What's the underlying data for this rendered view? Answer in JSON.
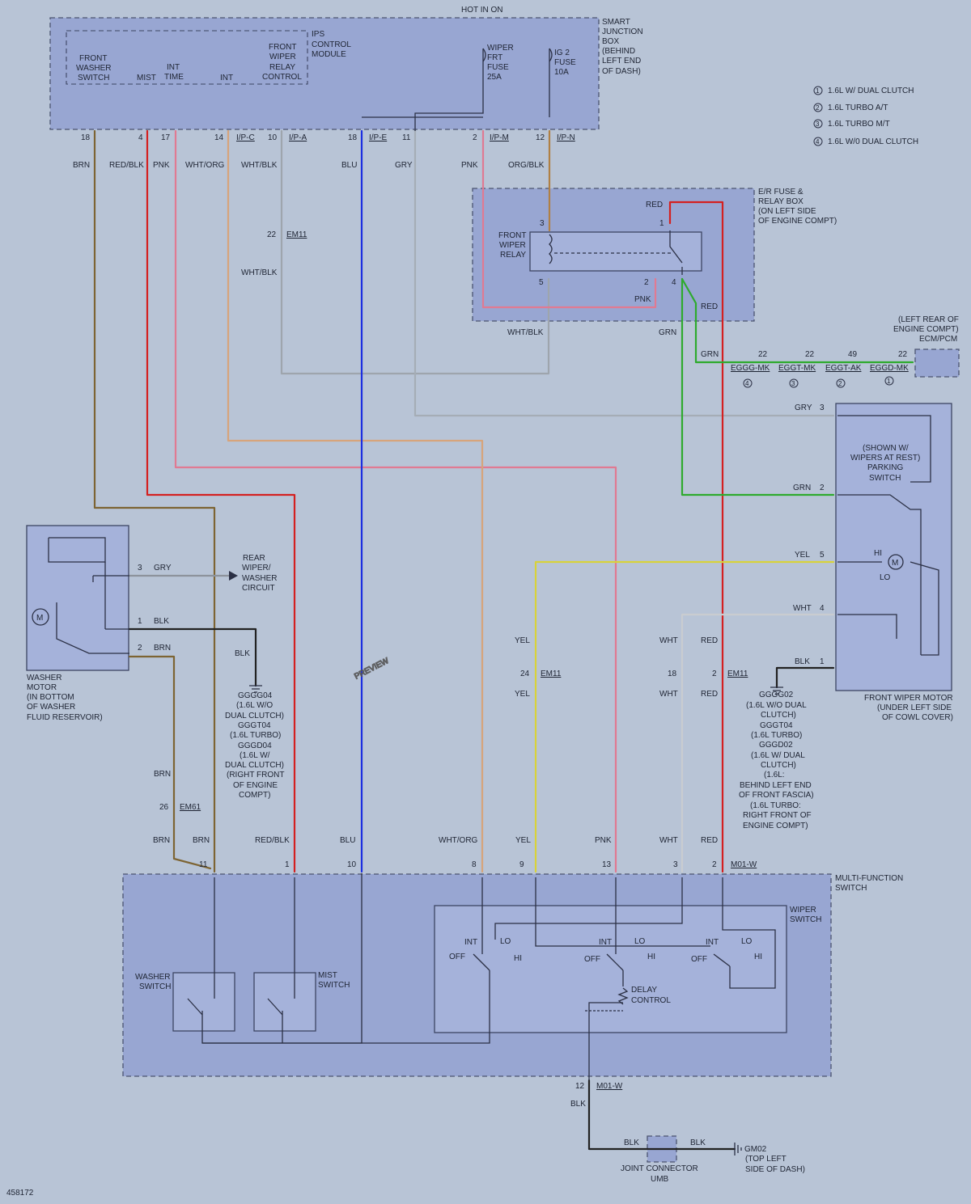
{
  "diagram": {
    "id_label": "458172",
    "preview_watermark": "PREVIEW",
    "hot_label": "HOT IN ON",
    "legend": [
      {
        "num": "1",
        "text": "1.6L W/ DUAL CLUTCH"
      },
      {
        "num": "2",
        "text": "1.6L TURBO A/T"
      },
      {
        "num": "3",
        "text": "1.6L TURBO M/T"
      },
      {
        "num": "4",
        "text": "1.6L W/0 DUAL CLUTCH"
      }
    ],
    "sjb": {
      "lines": [
        "SMART",
        "JUNCTION",
        "BOX",
        "(BEHIND",
        "LEFT END",
        "OF DASH)"
      ],
      "ips": [
        "IPS",
        "CONTROL",
        "MODULE"
      ],
      "front_washer_switch": [
        "FRONT",
        "WASHER",
        "SWITCH"
      ],
      "mist": "MIST",
      "int_time": [
        "INT",
        "TIME"
      ],
      "int": "INT",
      "front_wiper_relay_control": [
        "FRONT",
        "WIPER",
        "RELAY",
        "CONTROL"
      ],
      "wiper_fuse": [
        "WIPER",
        "FRT",
        "FUSE",
        "25A"
      ],
      "ig2_fuse": [
        "IG 2",
        "FUSE",
        "10A"
      ],
      "pins": [
        {
          "num": "18",
          "conn": ""
        },
        {
          "num": "4",
          "conn": ""
        },
        {
          "num": "17",
          "conn": ""
        },
        {
          "num": "14",
          "conn": "I/P-C"
        },
        {
          "num": "10",
          "conn": "I/P-A"
        },
        {
          "num": "18",
          "conn": "I/P-E"
        },
        {
          "num": "11",
          "conn": ""
        },
        {
          "num": "2",
          "conn": "I/P-M"
        },
        {
          "num": "12",
          "conn": "I/P-N"
        }
      ]
    },
    "wire_colors": {
      "brn": "BRN",
      "red_blk": "RED/BLK",
      "pnk": "PNK",
      "wht_org": "WHT/ORG",
      "wht_blk": "WHT/BLK",
      "blu": "BLU",
      "gry": "GRY",
      "org_blk": "ORG/BLK",
      "red": "RED",
      "grn": "GRN",
      "yel": "YEL",
      "wht": "WHT",
      "blk": "BLK"
    },
    "er_box": {
      "lines": [
        "E/R FUSE &",
        "RELAY BOX",
        "(ON LEFT SIDE",
        "OF ENGINE COMPT)"
      ],
      "relay": [
        "FRONT",
        "WIPER",
        "RELAY"
      ],
      "pins": [
        "3",
        "5",
        "1",
        "2",
        "4"
      ]
    },
    "inline": [
      {
        "num": "22",
        "conn": "EM11"
      },
      {
        "num": "24",
        "conn": "EM11"
      },
      {
        "num": "18",
        "conn": ""
      },
      {
        "num": "2",
        "conn": "EM11"
      },
      {
        "num": "26",
        "conn": "EM61"
      }
    ],
    "ecm": {
      "lines": [
        "(LEFT REAR OF",
        "ENGINE COMPT)",
        "ECM/PCM"
      ],
      "pins": [
        {
          "num": "22",
          "conn": "EGGG-MK",
          "note": "4"
        },
        {
          "num": "22",
          "conn": "EGGT-MK",
          "note": "3"
        },
        {
          "num": "49",
          "conn": "EGGT-AK",
          "note": "2"
        },
        {
          "num": "22",
          "conn": "EGGD-MK",
          "note": "1"
        }
      ]
    },
    "wiper_motor": {
      "label": [
        "FRONT WIPER MOTOR",
        "(UNDER LEFT SIDE",
        "OF COWL COVER)"
      ],
      "parking": [
        "(SHOWN W/",
        "WIPERS AT REST)",
        "PARKING",
        "SWITCH"
      ],
      "hi": "HI",
      "lo": "LO",
      "m": "M",
      "pins": [
        "3",
        "2",
        "5",
        "4",
        "1"
      ]
    },
    "washer_motor": {
      "label": [
        "WASHER",
        "MOTOR",
        "(IN BOTTOM",
        "OF WASHER",
        "FLUID RESERVOIR)"
      ],
      "m": "M",
      "pins": [
        "3",
        "1",
        "2"
      ]
    },
    "rear_wiper": [
      "REAR",
      "WIPER/",
      "WASHER",
      "CIRCUIT"
    ],
    "ground_left": [
      "GGGG04",
      "(1.6L W/O",
      "DUAL CLUTCH)",
      "GGGT04",
      "(1.6L TURBO)",
      "GGGD04",
      "(1.6L W/",
      "DUAL CLUTCH)",
      "(RIGHT FRONT",
      "OF ENGINE",
      "COMPT)"
    ],
    "ground_right": [
      "GGGG02",
      "(1.6L W/O DUAL",
      "CLUTCH)",
      "GGGT04",
      "(1.6L TURBO)",
      "GGGD02",
      "(1.6L W/ DUAL",
      "CLUTCH)",
      "(1.6L:",
      "BEHIND LEFT END",
      "OF FRONT FASCIA)",
      "(1.6L TURBO:",
      "RIGHT FRONT OF",
      "ENGINE COMPT)"
    ],
    "mfs": {
      "lines": [
        "MULTI-FUNCTION",
        "SWITCH"
      ],
      "wiper_switch": [
        "WIPER",
        "SWITCH"
      ],
      "washer_switch": [
        "WASHER",
        "SWITCH"
      ],
      "mist_switch": [
        "MIST",
        "SWITCH"
      ],
      "delay_control": [
        "DELAY",
        "CONTROL"
      ],
      "int": "INT",
      "lo": "LO",
      "hi": "HI",
      "off": "OFF",
      "top_pins": [
        "11",
        "1",
        "10",
        "8",
        "9",
        "13",
        "3",
        "2"
      ],
      "top_conn": "M01-W",
      "bottom_pin": "12",
      "bottom_conn": "M01-W"
    },
    "joint": {
      "lines": [
        "JOINT CONNECTOR",
        "UMB"
      ],
      "ground": "GM02",
      "ground_loc": [
        "(TOP LEFT",
        "SIDE OF DASH)"
      ]
    }
  }
}
